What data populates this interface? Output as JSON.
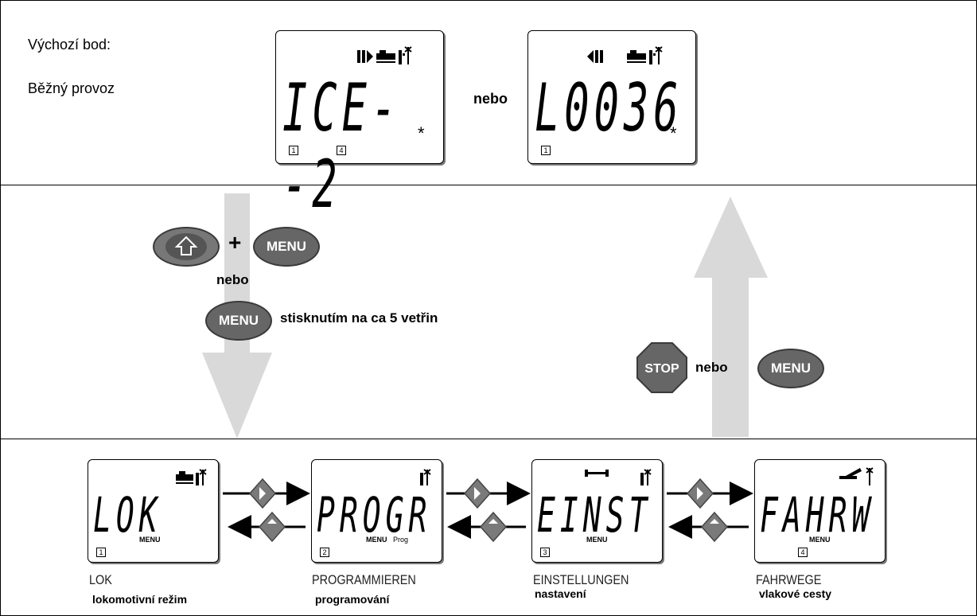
{
  "top": {
    "start_label": "Výchozí bod:",
    "mode_label": "Běžný provoz",
    "display1": {
      "text": "ICE--2",
      "slots": [
        "1",
        "4"
      ],
      "star": "*"
    },
    "or_label": "nebo",
    "display2": {
      "text": "L0036",
      "slots": [
        "1"
      ],
      "star": "*"
    }
  },
  "middle": {
    "shift_icon": "shift-arrow-icon",
    "plus": "+",
    "menu_label": "MENU",
    "or_label_1": "nebo",
    "hold_text": "stisknutím na ca 5 vetřin",
    "stop_label": "STOP",
    "or_label_2": "nebo",
    "arrow_down_color": "#d9d9d9",
    "arrow_up_color": "#d9d9d9",
    "button_color": "#666666"
  },
  "bottom": {
    "menus": [
      {
        "display": "LOK",
        "menu": "MENU",
        "prog": "",
        "slot": "1",
        "title": "LOK",
        "subtitle": "lokomotivní režim"
      },
      {
        "display": "PROGR",
        "menu": "MENU",
        "prog": "Prog",
        "slot": "2",
        "title": "PROGRAMMIEREN",
        "subtitle": "programování"
      },
      {
        "display": "EINST",
        "menu": "MENU",
        "prog": "",
        "slot": "3",
        "title": "EINSTELLUNGEN",
        "subtitle": "nastavení"
      },
      {
        "display": "FAHRW",
        "menu": "MENU",
        "prog": "",
        "slot": "4",
        "title": "FAHRWEGE",
        "subtitle": "vlakové cesty"
      }
    ]
  }
}
